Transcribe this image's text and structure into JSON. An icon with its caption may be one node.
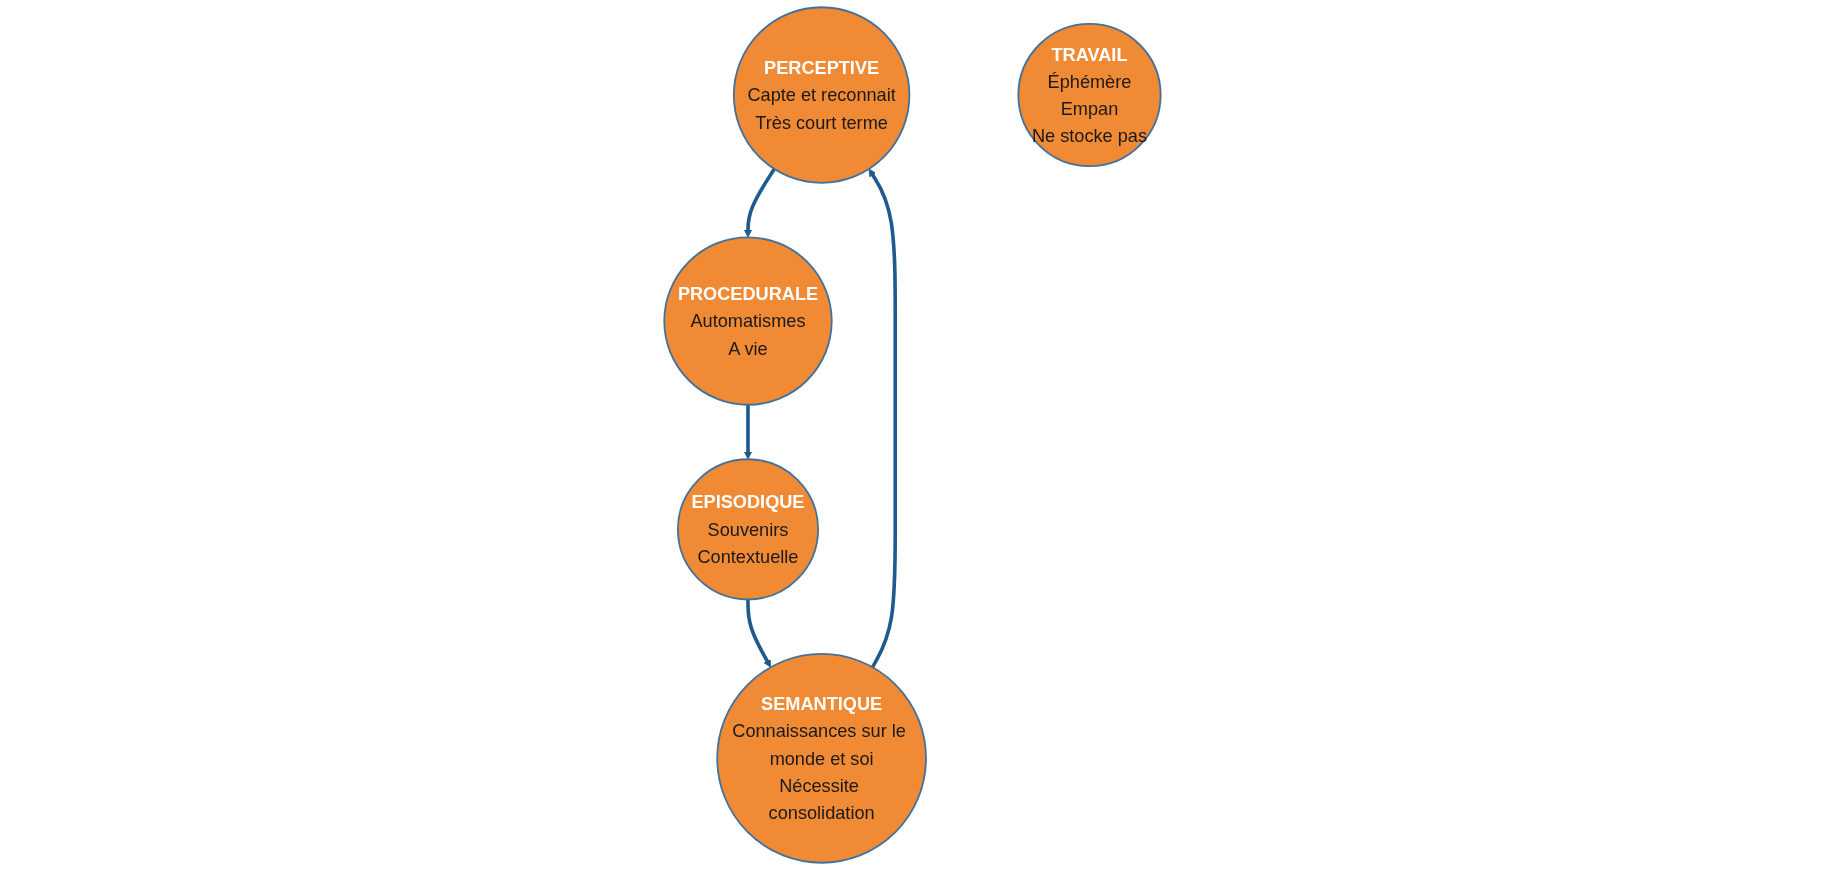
{
  "diagram": {
    "nodes": [
      {
        "text": [
          "PERCEPTIVE",
          "Capte et reconnait",
          "Très court terme"
        ]
      },
      {
        "text": [
          "SEMANTIQUE",
          "Connaissances sur le monde et soi",
          "Nécessite consolidation"
        ]
      },
      {
        "text": [
          "TRAVAIL",
          "Éphémère",
          "Empan",
          "Ne stocke pas"
        ]
      },
      {
        "text": [
          "PROCEDURALE",
          "Automatismes",
          "A vie"
        ]
      },
      {
        "text": [
          "EPISODIQUE",
          "Souvenirs",
          "Contextuelle"
        ]
      }
    ],
    "edges": [
      {
        "from": 1,
        "to": 0,
        "arrow": "to"
      },
      {
        "from": 0,
        "to": 3,
        "arrow": "to"
      },
      {
        "from": 3,
        "to": 4,
        "arrow": "to"
      },
      {
        "from": 4,
        "to": 1,
        "arrow": "to"
      }
    ]
  }
}
